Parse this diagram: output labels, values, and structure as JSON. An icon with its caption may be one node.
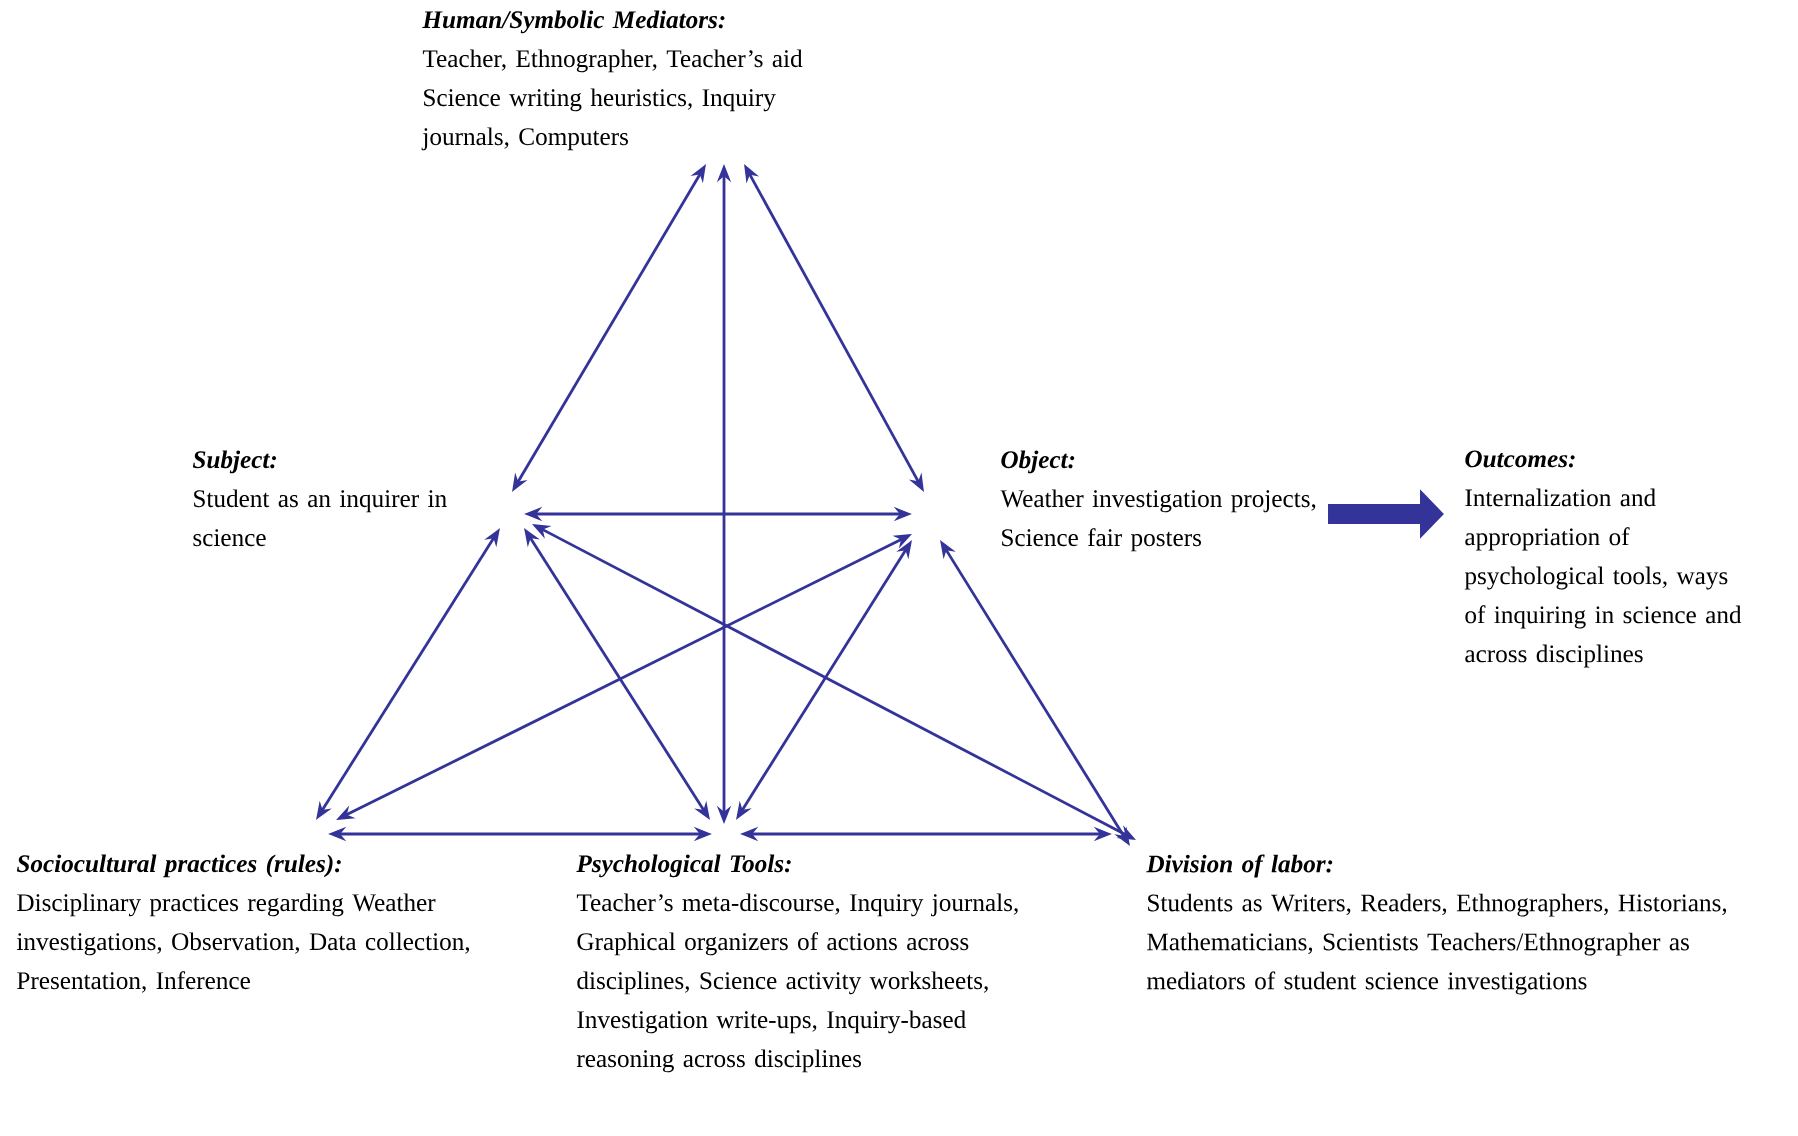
{
  "diagram": {
    "nodes": [
      {
        "text": [
          "Human/Symbolic Mediators:",
          "Teacher, Ethnographer, Teacher’s aid Science writing heuristics, Inquiry journals, Computers"
        ]
      },
      {
        "text": [
          "Subject:",
          "Student as an inquirer in science"
        ]
      },
      {
        "text": [
          "Object:",
          "Weather investigation projects, Science fair posters"
        ]
      },
      {
        "text": [
          "Outcomes:",
          "Internalization and appropriation of psychological tools, ways of inquiring in science and across disciplines"
        ]
      },
      {
        "text": [
          "Sociocultural practices (rules):",
          "Disciplinary practices regarding Weather investigations, Observation, Data collection, Presentation, Inference"
        ]
      },
      {
        "text": [
          "Psychological Tools:",
          "Teacher’s meta-discourse, Inquiry journals, Graphical organizers of actions across disciplines, Science activity worksheets, Investigation write-ups, Inquiry-based reasoning across disciplines"
        ]
      },
      {
        "text": [
          "Division of labor:",
          "Students as Writers, Readers, Ethnographers, Historians, Mathematicians, Scientists Teachers/Ethnographer as mediators of student science investigations"
        ]
      }
    ],
    "edges": [
      {
        "from": 0,
        "to": 1,
        "arrow": "both"
      },
      {
        "from": 0,
        "to": 2,
        "arrow": "both"
      },
      {
        "from": 0,
        "to": 5,
        "arrow": "both"
      },
      {
        "from": 1,
        "to": 2,
        "arrow": "both"
      },
      {
        "from": 1,
        "to": 4,
        "arrow": "both"
      },
      {
        "from": 1,
        "to": 5,
        "arrow": "both"
      },
      {
        "from": 1,
        "to": 6,
        "arrow": "both"
      },
      {
        "from": 2,
        "to": 4,
        "arrow": "both"
      },
      {
        "from": 2,
        "to": 5,
        "arrow": "both"
      },
      {
        "from": 2,
        "to": 6,
        "arrow": "both"
      },
      {
        "from": 4,
        "to": 5,
        "arrow": "both"
      },
      {
        "from": 5,
        "to": 6,
        "arrow": "both"
      },
      {
        "from": 2,
        "to": 3,
        "arrow": "to",
        "style": "thick"
      }
    ]
  }
}
